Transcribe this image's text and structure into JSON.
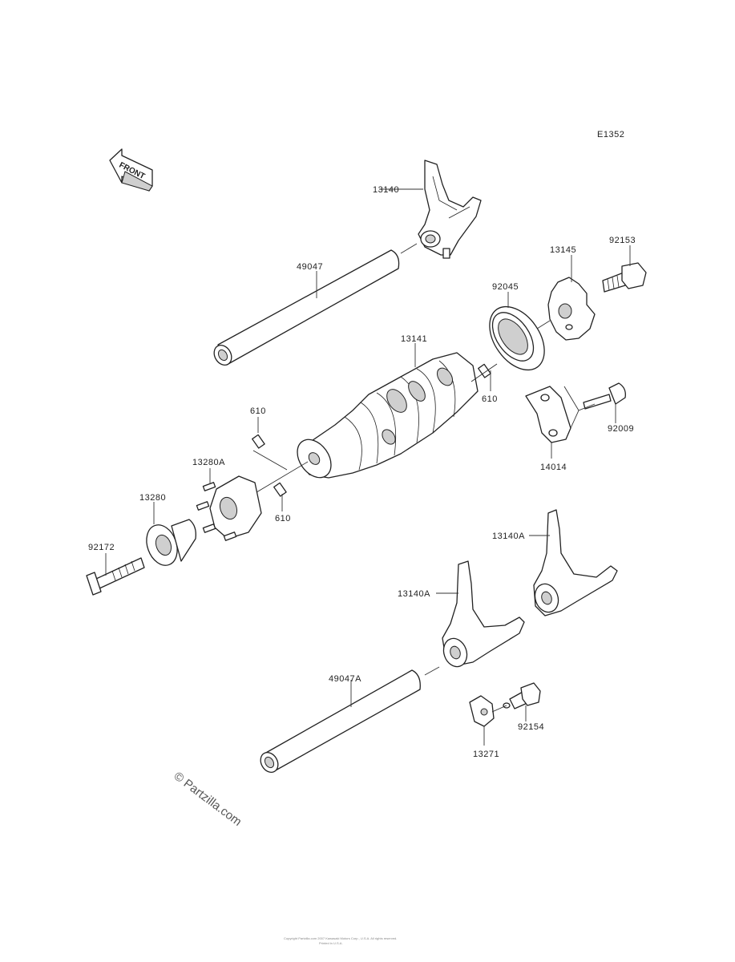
{
  "diagram": {
    "code": "E1352",
    "front_label": "FRONT",
    "watermark": "© Partzilla.com",
    "footer": [
      "Copyright Partzilla.com 2007 Kawasaki Motors Corp., U.S.A. All rights reserved.",
      "Printed in U.S.A."
    ],
    "parts": [
      {
        "number": "13140"
      },
      {
        "number": "49047"
      },
      {
        "number": "92153"
      },
      {
        "number": "13145"
      },
      {
        "number": "92045"
      },
      {
        "number": "13141"
      },
      {
        "number": "610"
      },
      {
        "number": "610"
      },
      {
        "number": "92009"
      },
      {
        "number": "14014"
      },
      {
        "number": "610"
      },
      {
        "number": "13280A"
      },
      {
        "number": "13280"
      },
      {
        "number": "92172"
      },
      {
        "number": "13140A"
      },
      {
        "number": "13140A"
      },
      {
        "number": "49047A"
      },
      {
        "number": "92154"
      },
      {
        "number": "13271"
      }
    ]
  }
}
